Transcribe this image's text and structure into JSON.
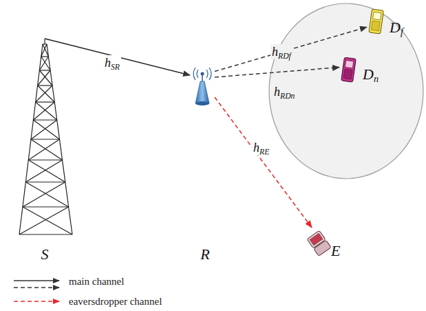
{
  "diagram": {
    "nodes": [
      {
        "text": [
          "S"
        ]
      },
      {
        "text": [
          "R"
        ]
      },
      {
        "text": [
          "Df"
        ]
      },
      {
        "text": [
          "Dn"
        ]
      },
      {
        "text": [
          "E"
        ]
      }
    ],
    "edges": [
      {
        "from": 0,
        "to": 1,
        "arrow": "to",
        "label": "hSR"
      },
      {
        "from": 1,
        "to": 2,
        "arrow": "to",
        "label": "hRDf"
      },
      {
        "from": 1,
        "to": 3,
        "arrow": "to",
        "label": "hRDn"
      },
      {
        "from": 1,
        "to": 4,
        "arrow": "to",
        "label": "hRE"
      }
    ],
    "legend": [
      {
        "text": "main channel"
      },
      {
        "text": "eaversdropper channel"
      }
    ]
  }
}
